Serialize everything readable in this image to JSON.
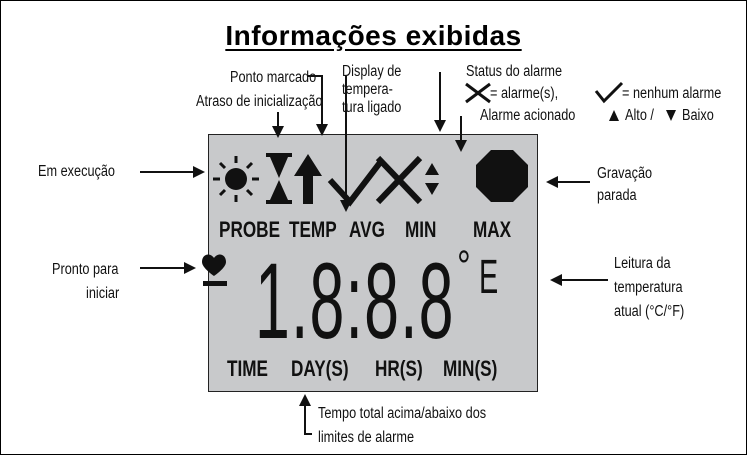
{
  "title": "Informações exibidas",
  "labels": {
    "ponto_marcado": "Ponto marcado",
    "atraso": "Atraso de inicialização",
    "display_l1": "Display de",
    "display_l2": "tempera-",
    "display_l3": "tura ligado",
    "status_alarme": "Status do alarme",
    "alarme_s": "= alarme(s),",
    "nenhum_alarme": "= nenhum alarme",
    "alarme_acionado": "Alarme acionado",
    "alto_baixo_alto": "Alto /",
    "alto_baixo_baixo": "Baixo",
    "em_execucao": "Em execução",
    "gravacao_l1": "Gravação",
    "gravacao_l2": "parada",
    "pronto_l1": "Pronto para",
    "pronto_l2": "iniciar",
    "leitura_l1": "Leitura da",
    "leitura_l2": "temperatura",
    "leitura_l3": "atual (°C/°F)",
    "tempo_l1": "Tempo total acima/abaixo dos",
    "tempo_l2": "limites de alarme"
  },
  "lcd": {
    "row1": {
      "probe": "PROBE",
      "temp": "TEMP",
      "avg": "AVG",
      "min": "MIN",
      "max": "MAX"
    },
    "digits": "1.8:8.8",
    "degree": "°",
    "unit": "E",
    "row3": {
      "time": "TIME",
      "days": "DAY(S)",
      "hrs": "HR(S)",
      "mins": "MIN(S)"
    }
  },
  "icons": [
    "sun-icon",
    "hourglass-icon",
    "up-arrow-icon",
    "check-icon",
    "x-icon",
    "up-down-triangle-icon",
    "octagon-stop-icon",
    "heart-icon"
  ],
  "colors": {
    "lcd_background": "#c8c9cb",
    "ink": "#111111"
  }
}
